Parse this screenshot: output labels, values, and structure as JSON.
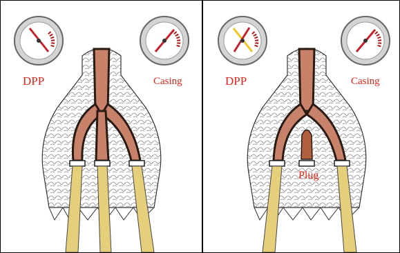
{
  "panels": [
    {
      "id": "without-plug",
      "gauges": [
        {
          "label": "DPP",
          "reading": "low"
        },
        {
          "label": "Casing",
          "reading": "low"
        }
      ],
      "nozzles_plugged": 0
    },
    {
      "id": "with-plug",
      "gauges": [
        {
          "label": "DPP",
          "reading": "rising"
        },
        {
          "label": "Casing",
          "reading": "low"
        }
      ],
      "nozzle_label": "Plug",
      "nozzles_plugged": 1
    }
  ],
  "colors": {
    "label_red": "#e0251b",
    "fluid_brown": "#c8826a",
    "jet_yellow": "#e6cf7a",
    "needle_red": "#c8202a",
    "needle_yellow": "#f2c320"
  }
}
